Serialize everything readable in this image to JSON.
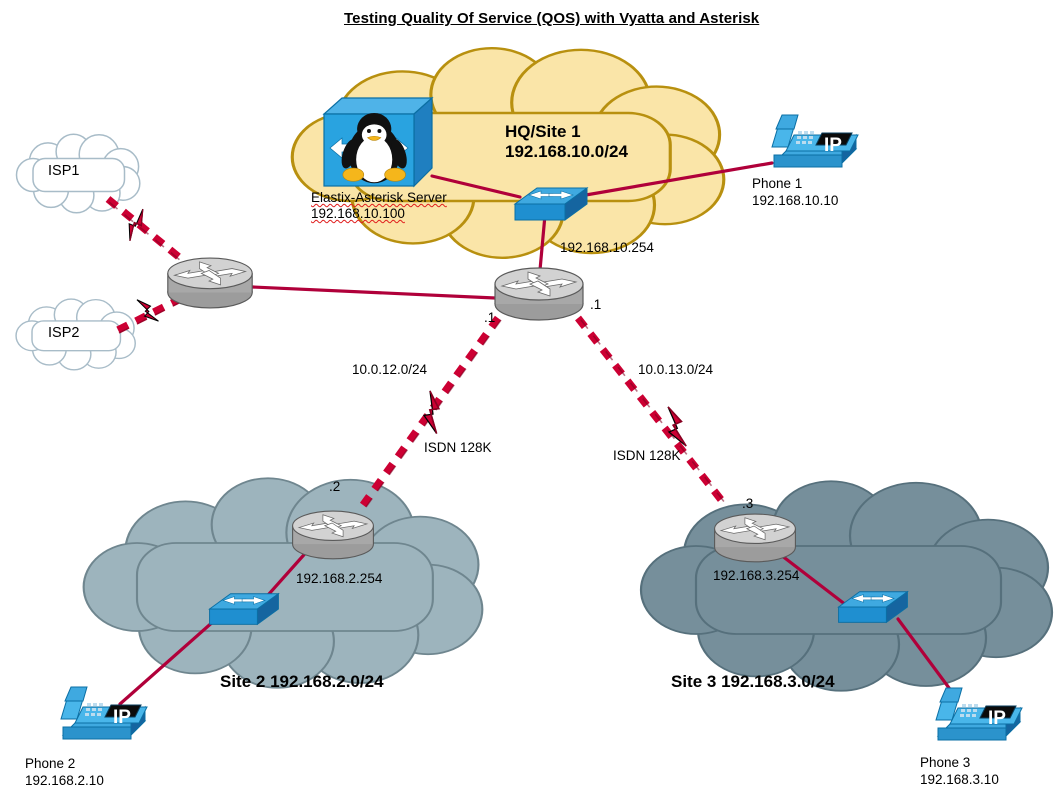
{
  "title": "Testing Quality Of Service (QOS) with Vyatta and Asterisk",
  "clouds": {
    "isp1": {
      "label": "ISP1",
      "fill": "#ffffff",
      "stroke": "#a8bcc8"
    },
    "isp2": {
      "label": "ISP2",
      "fill": "#ffffff",
      "stroke": "#a8bcc8"
    },
    "hq": {
      "label_line1": "HQ/Site 1",
      "label_line2": "192.168.10.0/24",
      "fill": "#fae5a8",
      "stroke": "#b88f14"
    },
    "site2": {
      "label": "Site 2 192.168.2.0/24",
      "fill": "#9db4bd",
      "stroke": "#6f868f"
    },
    "site3": {
      "label": "Site 3 192.168.3.0/24",
      "fill": "#768f9b",
      "stroke": "#56707c"
    }
  },
  "devices": {
    "elastix_server": {
      "name_line1": "Elastix-Asterisk Server",
      "name_line2": "192.168.10.100",
      "icon": "linux-server-icon"
    },
    "hq_switch": {
      "icon": "switch-icon"
    },
    "hq_router": {
      "icon": "router-icon",
      "ip_label": "192.168.10.254",
      "left_iface": ".1",
      "right_iface": ".1"
    },
    "edge_router": {
      "icon": "router-icon"
    },
    "phone1": {
      "name_line1": "Phone 1",
      "name_line2": "192.168.10.10",
      "icon": "ip-phone-icon",
      "badge": "IP"
    },
    "site2_router": {
      "icon": "router-icon",
      "ip_label": "192.168.2.254",
      "iface": ".2"
    },
    "site2_switch": {
      "icon": "switch-icon"
    },
    "phone2": {
      "name_line1": "Phone 2",
      "name_line2": "192.168.2.10",
      "icon": "ip-phone-icon",
      "badge": "IP"
    },
    "site3_router": {
      "icon": "router-icon",
      "ip_label": "192.168.3.254",
      "iface": ".3"
    },
    "site3_switch": {
      "icon": "switch-icon"
    },
    "phone3": {
      "name_line1": "Phone 3",
      "name_line2": "192.168.3.10",
      "icon": "ip-phone-icon",
      "badge": "IP"
    }
  },
  "links": {
    "wan_left": {
      "subnet": "10.0.12.0/24",
      "tech": "ISDN 128K",
      "style": "dashed-serial",
      "color": "#cc0033"
    },
    "wan_right": {
      "subnet": "10.0.13.0/24",
      "tech": "ISDN 128K",
      "style": "dashed-serial",
      "color": "#cc0033"
    },
    "isp1_link": {
      "style": "dashed-serial",
      "color": "#cc0033"
    },
    "isp2_link": {
      "style": "dashed-serial",
      "color": "#cc0033"
    },
    "lan_color": "#b0003a"
  },
  "chart_data": {
    "type": "diagram",
    "title": "Testing Quality Of Service (QOS) with Vyatta and Asterisk",
    "nodes": [
      {
        "id": "isp1",
        "label": "ISP1",
        "type": "cloud"
      },
      {
        "id": "isp2",
        "label": "ISP2",
        "type": "cloud"
      },
      {
        "id": "edge_router",
        "label": "",
        "type": "router"
      },
      {
        "id": "hq_router",
        "label": "192.168.10.254",
        "type": "router"
      },
      {
        "id": "hq_switch",
        "label": "",
        "type": "switch"
      },
      {
        "id": "elastix",
        "label": "Elastix-Asterisk Server 192.168.10.100",
        "type": "server"
      },
      {
        "id": "phone1",
        "label": "Phone 1 192.168.10.10",
        "type": "ip-phone"
      },
      {
        "id": "site2_router",
        "label": "192.168.2.254",
        "type": "router"
      },
      {
        "id": "site2_switch",
        "label": "",
        "type": "switch"
      },
      {
        "id": "phone2",
        "label": "Phone 2 192.168.2.10",
        "type": "ip-phone"
      },
      {
        "id": "site3_router",
        "label": "192.168.3.254",
        "type": "router"
      },
      {
        "id": "site3_switch",
        "label": "",
        "type": "switch"
      },
      {
        "id": "phone3",
        "label": "Phone 3 192.168.3.10",
        "type": "ip-phone"
      }
    ],
    "edges": [
      {
        "from": "isp1",
        "to": "edge_router",
        "style": "serial",
        "label": ""
      },
      {
        "from": "isp2",
        "to": "edge_router",
        "style": "serial",
        "label": ""
      },
      {
        "from": "edge_router",
        "to": "hq_router",
        "style": "ethernet",
        "label": ""
      },
      {
        "from": "hq_router",
        "to": "hq_switch",
        "style": "ethernet",
        "label": "192.168.10.254"
      },
      {
        "from": "hq_switch",
        "to": "elastix",
        "style": "ethernet",
        "label": ""
      },
      {
        "from": "hq_switch",
        "to": "phone1",
        "style": "ethernet",
        "label": ""
      },
      {
        "from": "hq_router",
        "to": "site2_router",
        "style": "serial",
        "label": "10.0.12.0/24 ISDN 128K"
      },
      {
        "from": "hq_router",
        "to": "site3_router",
        "style": "serial",
        "label": "10.0.13.0/24 ISDN 128K"
      },
      {
        "from": "site2_router",
        "to": "site2_switch",
        "style": "ethernet",
        "label": ""
      },
      {
        "from": "site2_switch",
        "to": "phone2",
        "style": "ethernet",
        "label": ""
      },
      {
        "from": "site3_router",
        "to": "site3_switch",
        "style": "ethernet",
        "label": ""
      },
      {
        "from": "site3_switch",
        "to": "phone3",
        "style": "ethernet",
        "label": ""
      }
    ],
    "zones": [
      {
        "id": "hq",
        "label": "HQ/Site 1 192.168.10.0/24"
      },
      {
        "id": "site2",
        "label": "Site 2 192.168.2.0/24"
      },
      {
        "id": "site3",
        "label": "Site 3 192.168.3.0/24"
      }
    ]
  }
}
